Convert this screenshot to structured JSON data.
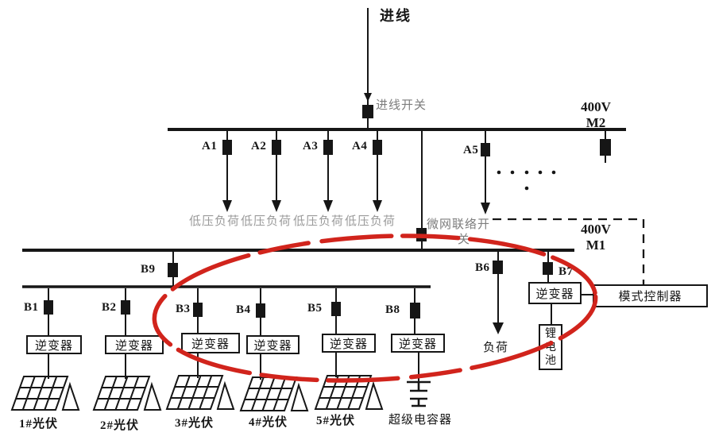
{
  "labels": {
    "incoming_line": "进线",
    "incoming_switch": "进线开关",
    "bus2_voltage": "400V",
    "bus2_name": "M2",
    "bus1_voltage": "400V",
    "bus1_name": "M1",
    "tie_switch_line1": "微网联络开",
    "tie_switch_line2": "关",
    "lv_load": "低压负荷",
    "load": "负荷",
    "inverter": "逆变器",
    "mode_controller": "模式控制器",
    "battery": "锂电池",
    "supercap": "超级电容器"
  },
  "feeders_a": [
    "A1",
    "A2",
    "A3",
    "A4",
    "A5"
  ],
  "breakers_b": {
    "b1": "B1",
    "b2": "B2",
    "b3": "B3",
    "b4": "B4",
    "b5": "B5",
    "b6": "B6",
    "b7": "B7",
    "b8": "B8",
    "b9": "B9"
  },
  "pv_units": [
    "1#光伏",
    "2#光伏",
    "3#光伏",
    "4#光伏",
    "5#光伏"
  ],
  "colors": {
    "line_black": "#161616",
    "faded_gray_text": "#9a9a9a",
    "switch_label_gray": "#7d7d7d",
    "highlight_red": "#d1241c"
  }
}
